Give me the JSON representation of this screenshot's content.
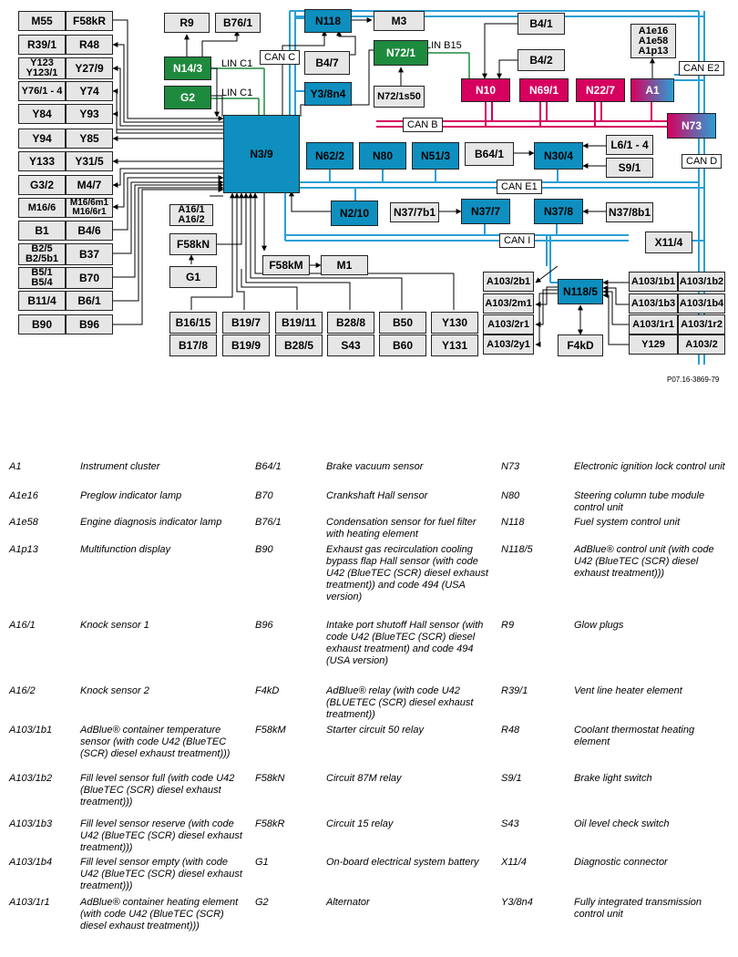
{
  "caption": "P07.16-3869-79",
  "buses": {
    "can_c": "CAN C",
    "can_e2": "CAN E2",
    "can_b": "CAN B",
    "can_d": "CAN D",
    "can_e1": "CAN E1",
    "can_i": "CAN I",
    "lin_c1_top": "LIN C1",
    "lin_c1_bottom": "LIN C1",
    "lin_b15": "LIN B15"
  },
  "boxes": {
    "m55": "M55",
    "f58kr": "F58kR",
    "r39_1": "R39/1",
    "r48": "R48",
    "y123": "Y123\nY123/1",
    "y27_9": "Y27/9",
    "y76": "Y76/1 - 4",
    "y74": "Y74",
    "y84": "Y84",
    "y93": "Y93",
    "y94": "Y94",
    "y85": "Y85",
    "y133": "Y133",
    "y31_5": "Y31/5",
    "g3_2": "G3/2",
    "m4_7": "M4/7",
    "m16_6": "M16/6",
    "m16_6m1": "M16/6m1\nM16/6r1",
    "b1": "B1",
    "b4_6": "B4/6",
    "b2_5": "B2/5\nB2/5b1",
    "b37": "B37",
    "b5_1": "B5/1\nB5/4",
    "b70": "B70",
    "b11_4": "B11/4",
    "b6_1": "B6/1",
    "b90": "B90",
    "b96": "B96",
    "r9": "R9",
    "b76_1": "B76/1",
    "n14_3": "N14/3",
    "g2": "G2",
    "n118": "N118",
    "m3": "M3",
    "b4_7": "B4/7",
    "y3_8n4": "Y3/8n4",
    "n72_1": "N72/1",
    "n72_1s50": "N72/1s50",
    "b4_1": "B4/1",
    "b4_2": "B4/2",
    "a1e16": "A1e16\nA1e58\nA1p13",
    "n10": "N10",
    "n69_1": "N69/1",
    "n22_7": "N22/7",
    "a1": "A1",
    "n73": "N73",
    "n3_9": "N3/9",
    "n62_2": "N62/2",
    "n80": "N80",
    "n51_3": "N51/3",
    "b64_1": "B64/1",
    "n30_4": "N30/4",
    "l6_1": "L6/1 - 4",
    "s9_1": "S9/1",
    "a16_1": "A16/1\nA16/2",
    "n2_10": "N2/10",
    "n37_7b1": "N37/7b1",
    "n37_7": "N37/7",
    "n37_8": "N37/8",
    "n37_8b1": "N37/8b1",
    "f58kn": "F58kN",
    "g1": "G1",
    "x11_4": "X11/4",
    "f58km": "F58kM",
    "m1": "M1",
    "a103_2b1": "A103/2b1",
    "a103_2m1": "A103/2m1",
    "a103_2r1": "A103/2r1",
    "a103_2y1": "A103/2y1",
    "n118_5": "N118/5",
    "f4kd": "F4kD",
    "a103_1b1": "A103/1b1",
    "a103_1b2": "A103/1b2",
    "a103_1b3": "A103/1b3",
    "a103_1b4": "A103/1b4",
    "a103_1r1": "A103/1r1",
    "a103_1r2": "A103/1r2",
    "y129": "Y129",
    "a103_2": "A103/2",
    "b16_15": "B16/15",
    "b17_8": "B17/8",
    "b19_7": "B19/7",
    "b19_9": "B19/9",
    "b19_11": "B19/11",
    "b28_5": "B28/5",
    "b28_8": "B28/8",
    "s43": "S43",
    "b50": "B50",
    "b60": "B60",
    "y130": "Y130",
    "y131": "Y131"
  },
  "legend": [
    {
      "code": "A1",
      "desc": "Instrument cluster"
    },
    {
      "code": "A1e16",
      "desc": "Preglow indicator lamp"
    },
    {
      "code": "A1e58",
      "desc": "Engine diagnosis indicator lamp"
    },
    {
      "code": "A1p13",
      "desc": "Multifunction display"
    },
    {
      "code": "A16/1",
      "desc": "Knock sensor 1"
    },
    {
      "code": "A16/2",
      "desc": "Knock sensor 2"
    },
    {
      "code": "A103/1b1",
      "desc": "AdBlue® container temperature sensor (with code U42 (BlueTEC (SCR) diesel exhaust treatment)))"
    },
    {
      "code": "A103/1b2",
      "desc": "Fill level sensor full (with code U42 (BlueTEC (SCR) diesel exhaust treatment)))"
    },
    {
      "code": "A103/1b3",
      "desc": "Fill level sensor reserve (with code U42 (BlueTEC (SCR) diesel exhaust treatment)))"
    },
    {
      "code": "A103/1b4",
      "desc": "Fill level sensor empty (with code U42 (BlueTEC (SCR) diesel exhaust treatment)))"
    },
    {
      "code": "A103/1r1",
      "desc": "AdBlue® container heating element (with code U42 (BlueTEC (SCR) diesel exhaust treatment)))"
    },
    {
      "code": "B64/1",
      "desc": "Brake vacuum sensor"
    },
    {
      "code": "B70",
      "desc": "Crankshaft Hall sensor"
    },
    {
      "code": "B76/1",
      "desc": "Condensation sensor for fuel filter with heating element"
    },
    {
      "code": "B90",
      "desc": "Exhaust gas recirculation cooling bypass flap Hall sensor (with code U42 (BlueTEC (SCR) diesel exhaust treatment)) and code 494 (USA version)"
    },
    {
      "code": "B96",
      "desc": "Intake port shutoff Hall sensor (with code U42 (BlueTEC (SCR) diesel exhaust treatment) and code 494 (USA version)"
    },
    {
      "code": "F4kD",
      "desc": "AdBlue® relay (with code U42 (BLUETEC (SCR) diesel exhaust treatment))"
    },
    {
      "code": "F58kM",
      "desc": "Starter circuit 50 relay"
    },
    {
      "code": "F58kN",
      "desc": "Circuit 87M relay"
    },
    {
      "code": "F58kR",
      "desc": "Circuit 15 relay"
    },
    {
      "code": "G1",
      "desc": "On-board electrical system battery"
    },
    {
      "code": "G2",
      "desc": "Alternator"
    },
    {
      "code": "N73",
      "desc": "Electronic ignition lock control unit"
    },
    {
      "code": "N80",
      "desc": "Steering column tube module control unit"
    },
    {
      "code": "N118",
      "desc": "Fuel system control unit"
    },
    {
      "code": "N118/5",
      "desc": "AdBlue® control unit (with code U42 (BlueTEC (SCR) diesel exhaust treatment)))"
    },
    {
      "code": "R9",
      "desc": "Glow plugs"
    },
    {
      "code": "R39/1",
      "desc": "Vent line heater element"
    },
    {
      "code": "R48",
      "desc": "Coolant thermostat heating element"
    },
    {
      "code": "S9/1",
      "desc": "Brake light switch"
    },
    {
      "code": "S43",
      "desc": "Oil level check switch"
    },
    {
      "code": "X11/4",
      "desc": "Diagnostic connector"
    },
    {
      "code": "Y3/8n4",
      "desc": "Fully integrated transmission control unit"
    }
  ]
}
